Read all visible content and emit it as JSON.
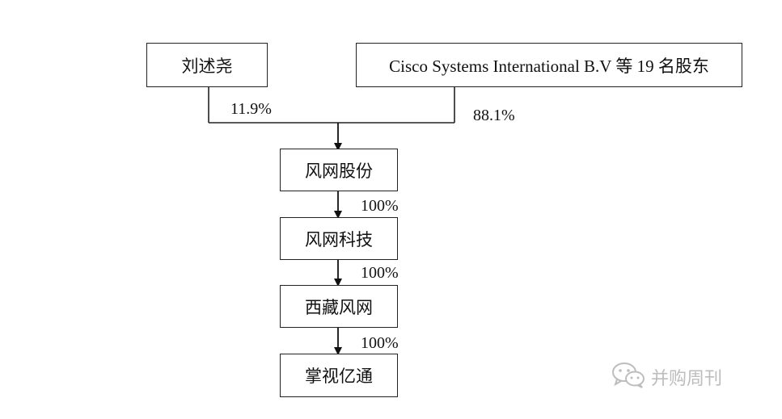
{
  "diagram": {
    "shareholders": {
      "person": "刘述尧",
      "group": "Cisco Systems International B.V 等 19 名股东"
    },
    "entities": {
      "parent": "风网股份",
      "subsidiary_1": "风网科技",
      "subsidiary_2": "西藏风网",
      "target": "掌视亿通"
    },
    "ownership": {
      "person_pct": "11.9%",
      "group_pct": "88.1%",
      "parent_to_sub1": "100%",
      "sub1_to_sub2": "100%",
      "sub2_to_target": "100%"
    }
  },
  "watermark": {
    "icon": "wechat-icon",
    "text": "并购周刊"
  }
}
